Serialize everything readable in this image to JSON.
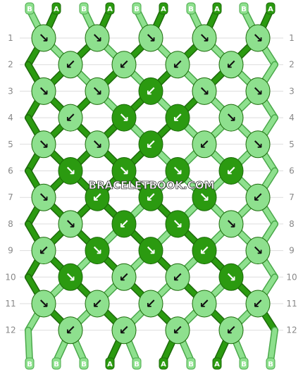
{
  "colors": {
    "A": "#2b9a10",
    "B": "#8ee08e",
    "A_stroke": "#1c6a0a",
    "B_stroke": "#4aa84a",
    "background": "#ffffff",
    "row_number": "#888888",
    "gridline": "#dddddd"
  },
  "watermark": "BRACELETBOOK.COM",
  "strands_top": [
    "B",
    "A",
    "B",
    "A",
    "B",
    "A",
    "B",
    "A",
    "B",
    "A"
  ],
  "strands_bottom": [
    "B",
    "B",
    "B",
    "A",
    "B",
    "A",
    "B",
    "A",
    "B",
    "B"
  ],
  "row_numbers": [
    "1",
    "2",
    "3",
    "4",
    "5",
    "6",
    "7",
    "8",
    "9",
    "10",
    "11",
    "12"
  ],
  "knots": [
    [
      {
        "c": "B",
        "a": "↘"
      },
      {
        "c": "B",
        "a": "↘"
      },
      {
        "c": "B",
        "a": "↘"
      },
      {
        "c": "B",
        "a": "↘"
      },
      {
        "c": "B",
        "a": "↘"
      }
    ],
    [
      {
        "c": "B",
        "a": "↙"
      },
      {
        "c": "B",
        "a": "↙"
      },
      {
        "c": "B",
        "a": "↙"
      },
      {
        "c": "B",
        "a": "↙"
      }
    ],
    [
      {
        "c": "B",
        "a": "↘"
      },
      {
        "c": "B",
        "a": "↘"
      },
      {
        "c": "A",
        "a": "↙"
      },
      {
        "c": "B",
        "a": "↘"
      },
      {
        "c": "B",
        "a": "↘"
      }
    ],
    [
      {
        "c": "B",
        "a": "↙"
      },
      {
        "c": "A",
        "a": "↘"
      },
      {
        "c": "A",
        "a": "↙"
      },
      {
        "c": "B",
        "a": "↘"
      }
    ],
    [
      {
        "c": "B",
        "a": "↘"
      },
      {
        "c": "B",
        "a": "↘"
      },
      {
        "c": "A",
        "a": "↙"
      },
      {
        "c": "B",
        "a": "↙"
      },
      {
        "c": "B",
        "a": "↘"
      }
    ],
    [
      {
        "c": "A",
        "a": "↘"
      },
      {
        "c": "A",
        "a": "↘"
      },
      {
        "c": "A",
        "a": "↘"
      },
      {
        "c": "A",
        "a": "↙"
      }
    ],
    [
      {
        "c": "B",
        "a": "↘"
      },
      {
        "c": "A",
        "a": "↙"
      },
      {
        "c": "A",
        "a": "↙"
      },
      {
        "c": "A",
        "a": "↘"
      },
      {
        "c": "B",
        "a": "↙"
      }
    ],
    [
      {
        "c": "B",
        "a": "↘"
      },
      {
        "c": "A",
        "a": "↙"
      },
      {
        "c": "A",
        "a": "↘"
      },
      {
        "c": "B",
        "a": "↘"
      }
    ],
    [
      {
        "c": "B",
        "a": "↙"
      },
      {
        "c": "A",
        "a": "↘"
      },
      {
        "c": "A",
        "a": "↘"
      },
      {
        "c": "A",
        "a": "↙"
      },
      {
        "c": "B",
        "a": "↘"
      }
    ],
    [
      {
        "c": "A",
        "a": "↘"
      },
      {
        "c": "B",
        "a": "↙"
      },
      {
        "c": "B",
        "a": "↙"
      },
      {
        "c": "A",
        "a": "↘"
      }
    ],
    [
      {
        "c": "B",
        "a": "↘"
      },
      {
        "c": "B",
        "a": "↙"
      },
      {
        "c": "B",
        "a": "↙"
      },
      {
        "c": "B",
        "a": "↙"
      },
      {
        "c": "B",
        "a": "↙"
      }
    ],
    [
      {
        "c": "B",
        "a": "↙"
      },
      {
        "c": "B",
        "a": "↙"
      },
      {
        "c": "B",
        "a": "↙"
      },
      {
        "c": "B",
        "a": "↙"
      }
    ]
  ]
}
